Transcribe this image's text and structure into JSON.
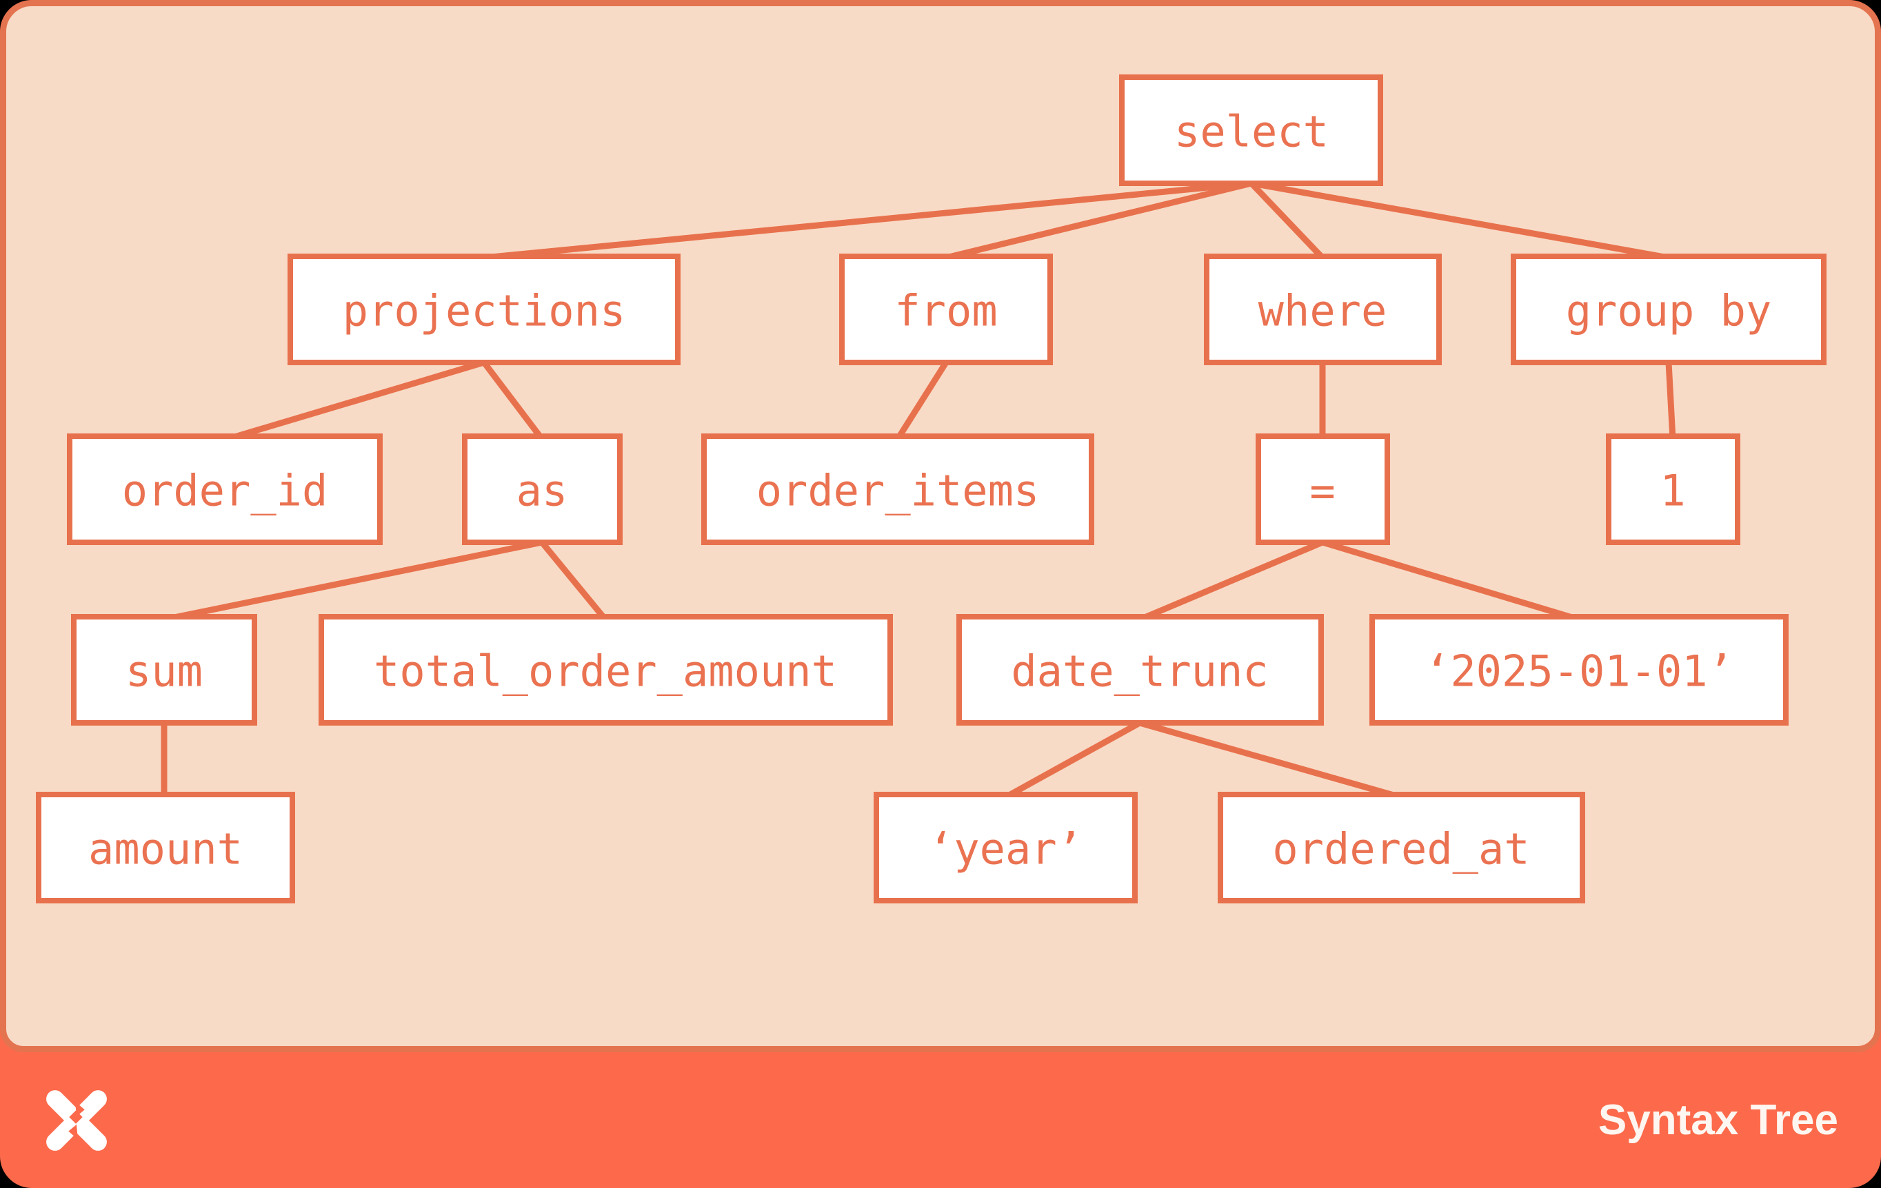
{
  "canvas": {
    "background_outside": "#000000",
    "bar_color": "#FC6A4B",
    "panel_color": "#F8DBC6",
    "accent": "#E8714D",
    "node_fill": "#FFFFFF",
    "node_text_color": "#EA7251",
    "footer_text_color": "#FEF6F0"
  },
  "footer": {
    "title": "Syntax Tree",
    "logo": "x-pinwheel-logo"
  },
  "nodes": {
    "select": "select",
    "projections": "projections",
    "from": "from",
    "where": "where",
    "group_by": "group by",
    "order_id": "order_id",
    "as": "as",
    "order_items": "order_items",
    "eq": "=",
    "one": "1",
    "sum": "sum",
    "total_order_amount": "total_order_amount",
    "date_trunc": "date_trunc",
    "date_literal": "‘2025-01-01’",
    "amount": "amount",
    "year_literal": "‘year’",
    "ordered_at": "ordered_at"
  },
  "tree": {
    "root": "select",
    "edges": [
      [
        "select",
        "projections"
      ],
      [
        "select",
        "from"
      ],
      [
        "select",
        "where"
      ],
      [
        "select",
        "group by"
      ],
      [
        "projections",
        "order_id"
      ],
      [
        "projections",
        "as"
      ],
      [
        "from",
        "order_items"
      ],
      [
        "where",
        "="
      ],
      [
        "group by",
        "1"
      ],
      [
        "as",
        "sum"
      ],
      [
        "as",
        "total_order_amount"
      ],
      [
        "=",
        "date_trunc"
      ],
      [
        "=",
        "‘2025-01-01’"
      ],
      [
        "sum",
        "amount"
      ],
      [
        "date_trunc",
        "‘year’"
      ],
      [
        "date_trunc",
        "ordered_at"
      ]
    ]
  }
}
